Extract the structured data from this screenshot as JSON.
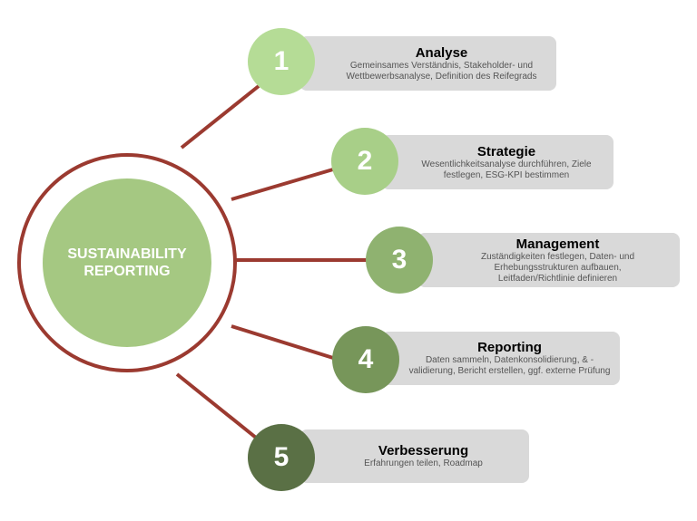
{
  "center": {
    "line1": "SUSTAINABILITY",
    "line2": "REPORTING"
  },
  "colors": {
    "line": "#9b3a30",
    "step1": "#b5dc96",
    "step2": "#a8cf88",
    "step3": "#8fb270",
    "step4": "#77965a",
    "step5": "#5a7045",
    "box": "#d9d9d9"
  },
  "steps": [
    {
      "number": "1",
      "title": "Analyse",
      "desc": [
        "Gemeinsames Verständnis, Stakeholder- und",
        "Wettbewerbsanalyse, Definition des Reifegrads"
      ]
    },
    {
      "number": "2",
      "title": "Strategie",
      "desc": [
        "Wesentlichkeitsanalyse durchführen, Ziele",
        "festlegen, ESG-KPI bestimmen"
      ]
    },
    {
      "number": "3",
      "title": "Management",
      "desc": [
        "Zuständigkeiten festlegen, Daten- und",
        "Erhebungsstrukturen aufbauen,",
        "Leitfaden/Richtlinie definieren"
      ]
    },
    {
      "number": "4",
      "title": "Reporting",
      "desc": [
        "Daten sammeln, Datenkonsolidierung, & -",
        "validierung, Bericht erstellen, ggf. externe Prüfung"
      ]
    },
    {
      "number": "5",
      "title": "Verbesserung",
      "desc": [
        "Erfahrungen teilen, Roadmap"
      ]
    }
  ]
}
